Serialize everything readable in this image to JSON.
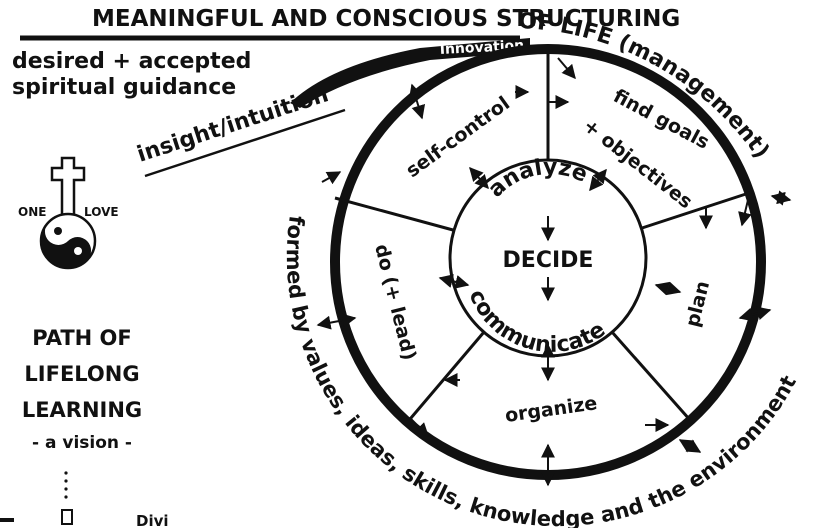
{
  "header": {
    "title": "MEANINGFUL AND CONSCIOUS STRUCTURING",
    "title_curve": "OF LIFE (management)"
  },
  "guidance": {
    "line1": "desired + accepted",
    "line2": "spiritual guidance",
    "insight": "insight/intuition",
    "innovation": "Innovation"
  },
  "logo": {
    "left_word": "ONE",
    "right_word": "LOVE"
  },
  "path_title": {
    "line1": "PATH OF",
    "line2": "LIFELONG",
    "line3": "LEARNING",
    "line4": "- a vision -"
  },
  "cycle": {
    "segments": [
      "self-control",
      "find goals",
      "+ objectives",
      "plan",
      "organize",
      "do (+ lead)"
    ],
    "center": {
      "analyze": "analyze",
      "decide": "DECIDE",
      "communicate": "communicate"
    }
  },
  "bottom_arc": "formed by values, ideas, skills, knowledge and the environment",
  "footer": {
    "fragment": "Divi"
  },
  "colors": {
    "ink": "#111111",
    "paper": "#ffffff"
  }
}
